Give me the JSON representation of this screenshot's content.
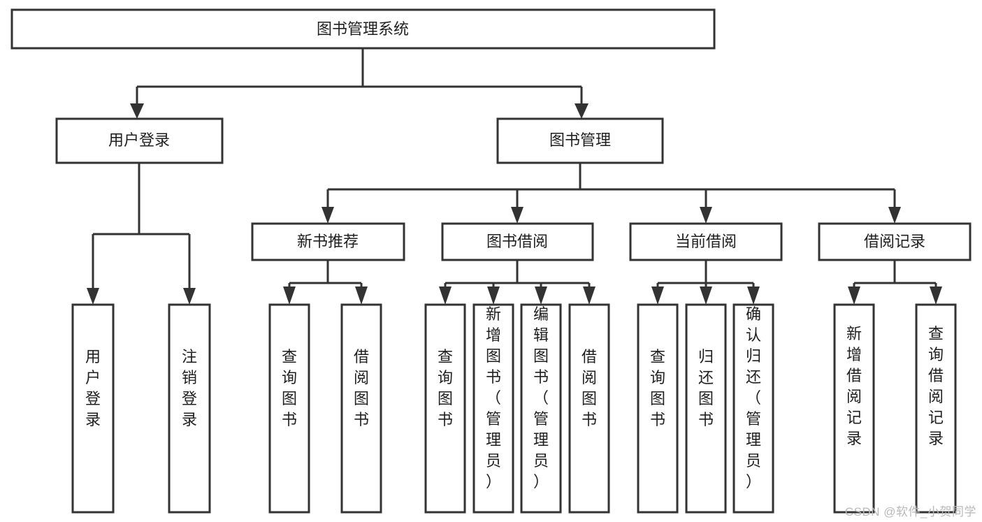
{
  "diagram": {
    "type": "tree-hierarchy-flowchart",
    "title": "图书管理系统",
    "orientation": "top-down",
    "watermark": "CSDN @软件_小贺同学",
    "colors": {
      "box_fill": "#ffffff",
      "box_stroke": "#333333",
      "text": "#1f1f1f",
      "connector": "#333333",
      "watermark": "#b9b9b9",
      "background": "#ffffff"
    },
    "levels": [
      {
        "level": 1,
        "nodes": [
          {
            "id": "root",
            "label": "图书管理系统",
            "orientation": "horizontal"
          }
        ]
      },
      {
        "level": 2,
        "nodes": [
          {
            "id": "user-login",
            "label": "用户登录",
            "orientation": "horizontal",
            "parent": "root"
          },
          {
            "id": "book-manage",
            "label": "图书管理",
            "orientation": "horizontal",
            "parent": "root"
          }
        ]
      },
      {
        "level": 3,
        "nodes": [
          {
            "id": "new-book-rec",
            "label": "新书推荐",
            "orientation": "horizontal",
            "parent": "book-manage"
          },
          {
            "id": "book-borrow",
            "label": "图书借阅",
            "orientation": "horizontal",
            "parent": "book-manage"
          },
          {
            "id": "current-borrow",
            "label": "当前借阅",
            "orientation": "horizontal",
            "parent": "book-manage"
          },
          {
            "id": "borrow-record",
            "label": "借阅记录",
            "orientation": "horizontal",
            "parent": "book-manage"
          }
        ]
      },
      {
        "level": 4,
        "nodes": [
          {
            "id": "leaf-user-login",
            "label": "用户登录",
            "orientation": "vertical",
            "parent": "user-login"
          },
          {
            "id": "leaf-logout",
            "label": "注销登录",
            "orientation": "vertical",
            "parent": "user-login"
          },
          {
            "id": "leaf-query-book-1",
            "label": "查询图书",
            "orientation": "vertical",
            "parent": "new-book-rec"
          },
          {
            "id": "leaf-borrow-book-1",
            "label": "借阅图书",
            "orientation": "vertical",
            "parent": "new-book-rec"
          },
          {
            "id": "leaf-query-book-2",
            "label": "查询图书",
            "orientation": "vertical",
            "parent": "book-borrow"
          },
          {
            "id": "leaf-add-book",
            "label": "新增图书（管理员）",
            "orientation": "vertical",
            "parent": "book-borrow"
          },
          {
            "id": "leaf-edit-book",
            "label": "编辑图书（管理员）",
            "orientation": "vertical",
            "parent": "book-borrow"
          },
          {
            "id": "leaf-borrow-book-2",
            "label": "借阅图书",
            "orientation": "vertical",
            "parent": "book-borrow"
          },
          {
            "id": "leaf-query-book-3",
            "label": "查询图书",
            "orientation": "vertical",
            "parent": "current-borrow"
          },
          {
            "id": "leaf-return-book",
            "label": "归还图书",
            "orientation": "vertical",
            "parent": "current-borrow"
          },
          {
            "id": "leaf-confirm-return",
            "label": "确认归还（管理员）",
            "orientation": "vertical",
            "parent": "current-borrow"
          },
          {
            "id": "leaf-add-record",
            "label": "新增借阅记录",
            "orientation": "vertical",
            "parent": "borrow-record"
          },
          {
            "id": "leaf-query-record",
            "label": "查询借阅记录",
            "orientation": "vertical",
            "parent": "borrow-record"
          }
        ]
      }
    ]
  }
}
